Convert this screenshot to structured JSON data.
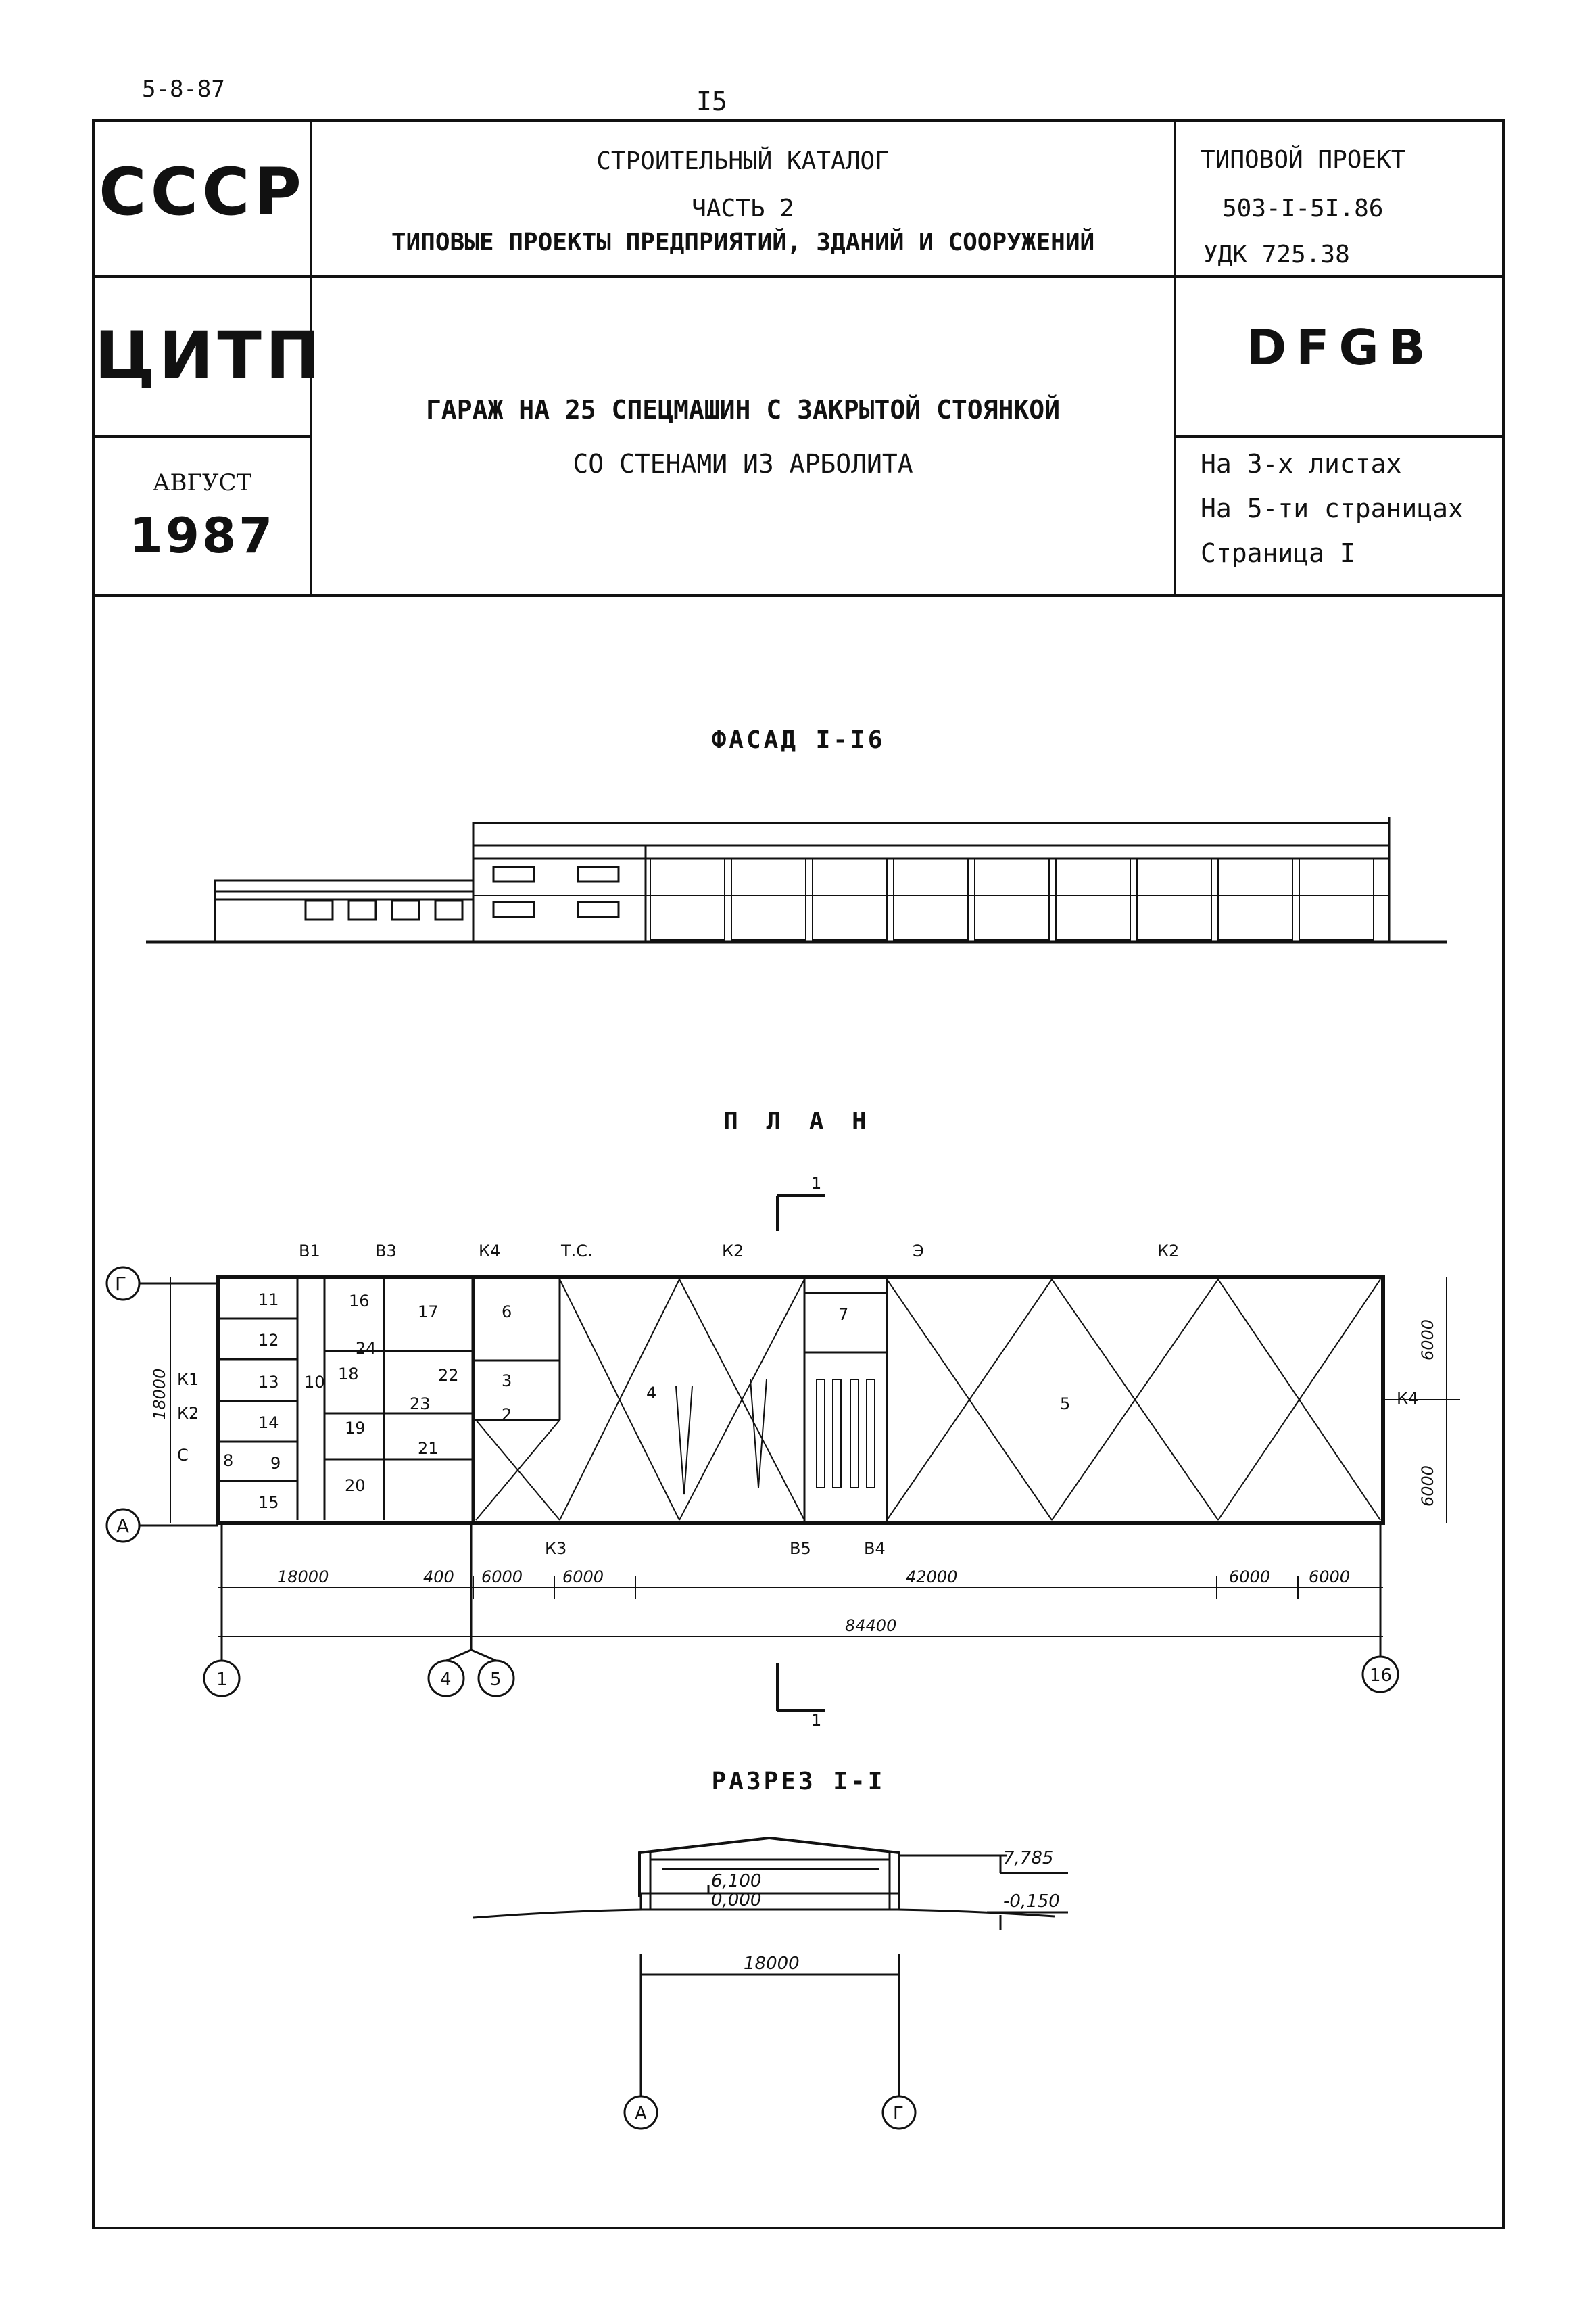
{
  "header": {
    "code": "5-8-87",
    "page_number": "I5"
  },
  "stamp": {
    "country": "СССР",
    "org": "ЦИТП",
    "month": "АВГУСТ",
    "year": "1987",
    "catalog_line1": "СТРОИТЕЛЬНЫЙ КАТАЛОГ",
    "catalog_line2": "ЧАСТЬ 2",
    "catalog_line3": "ТИПОВЫЕ ПРОЕКТЫ ПРЕДПРИЯТИЙ, ЗДАНИЙ И СООРУЖЕНИЙ",
    "project_label": "ТИПОВОЙ ПРОЕКТ",
    "project_number": "503-I-5I.86",
    "udk": "УДК 725.38",
    "code": "DFGB",
    "title_line1": "ГАРАЖ НА 25 СПЕЦМАШИН С ЗАКРЫТОЙ СТОЯНКОЙ",
    "title_line2": "СО СТЕНАМИ ИЗ АРБОЛИТА",
    "sheets": "На 3-х листах",
    "pages": "На 5-ти страницах",
    "page": "Страница I"
  },
  "drawings": {
    "facade_title": "ФАСАД I-I6",
    "plan_title": "П Л А Н",
    "section_title": "РАЗРЕЗ I-I",
    "plan": {
      "axes_rows": [
        "Г",
        "А"
      ],
      "axes_cols": [
        "1",
        "4",
        "5",
        "16"
      ],
      "section_mark": "1",
      "room_numbers": [
        "11",
        "12",
        "13",
        "14",
        "15",
        "9",
        "8",
        "10",
        "16",
        "17",
        "18",
        "19",
        "20",
        "21",
        "22",
        "23",
        "24",
        "3",
        "2",
        "4",
        "5",
        "6",
        "7"
      ],
      "utility_labels": [
        "В1",
        "В3",
        "К4",
        "Т.С.",
        "К2",
        "Э",
        "К2",
        "К1",
        "К2",
        "С",
        "К4",
        "К3",
        "В5",
        "В4"
      ],
      "dims_bottom": [
        "18000",
        "400",
        "6000",
        "6000",
        "42000",
        "6000",
        "6000"
      ],
      "dim_total": "84400",
      "dim_left": "18000",
      "dims_right": [
        "6000",
        "6000"
      ]
    },
    "section": {
      "elev_top": "7,785",
      "elev_mid": "6,100",
      "elev_floor": "0,000",
      "elev_ground": "-0,150",
      "span": "18000",
      "axis_left": "А",
      "axis_right": "Г"
    }
  }
}
